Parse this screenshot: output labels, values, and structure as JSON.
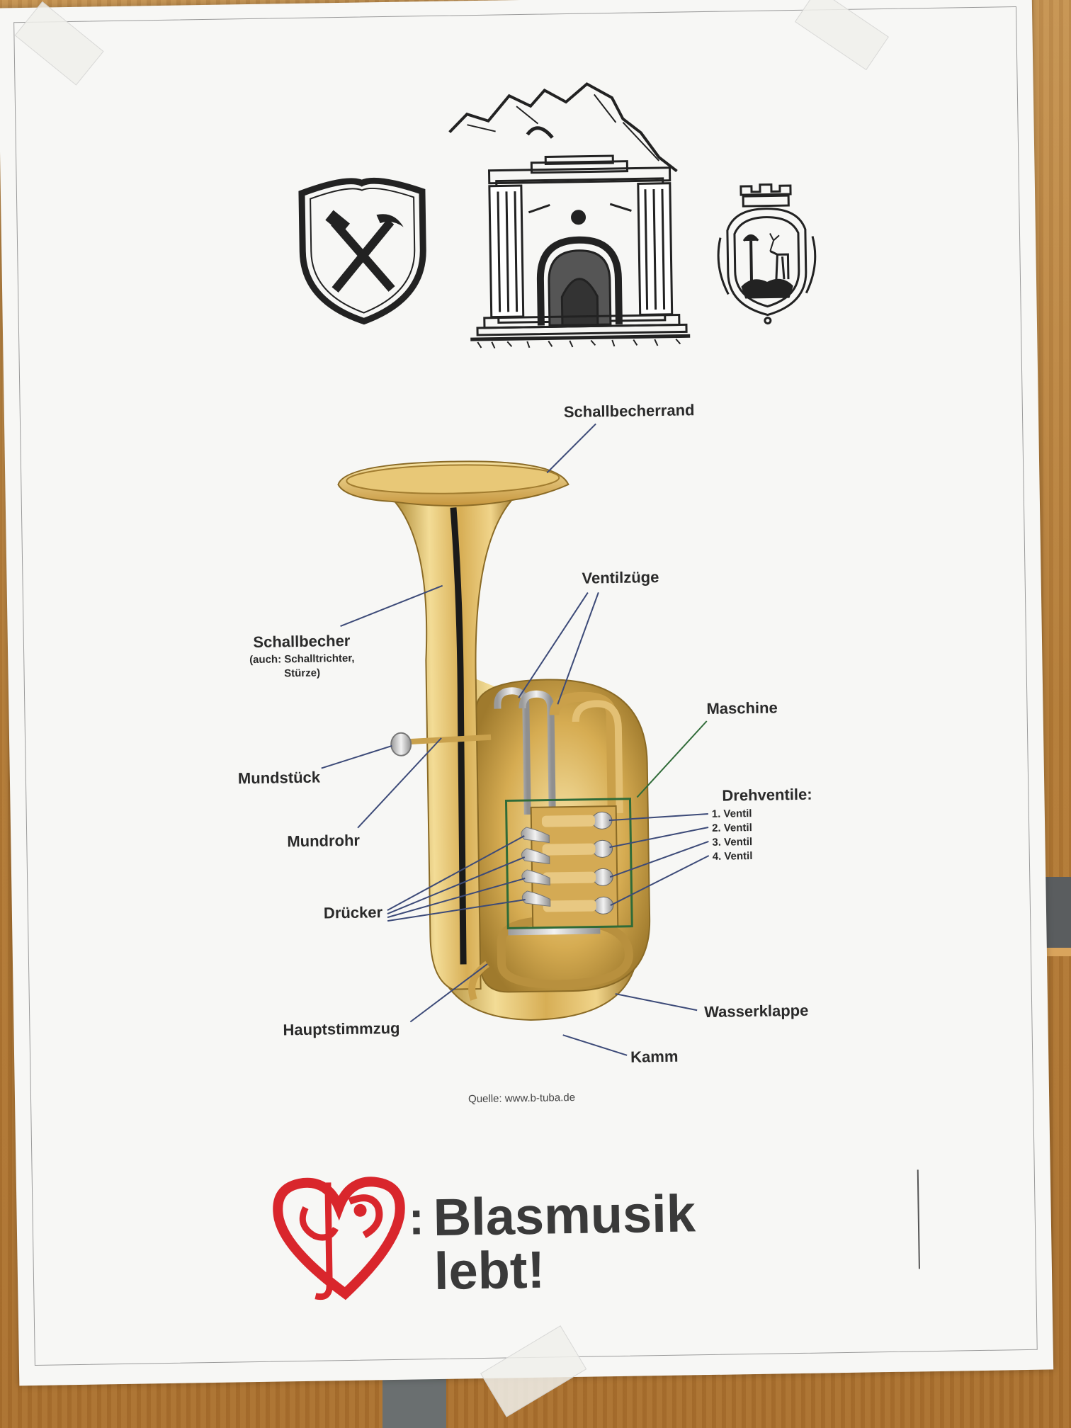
{
  "labels": {
    "schallbecherrand": "Schallbecherrand",
    "ventilzuege": "Ventilzüge",
    "schallbecher": "Schallbecher",
    "schallbecher_note_1": "(auch: Schalltrichter,",
    "schallbecher_note_2": "Stürze)",
    "maschine": "Maschine",
    "mundstueck": "Mundstück",
    "drehventile": "Drehventile:",
    "ventil_1": "1. Ventil",
    "ventil_2": "2. Ventil",
    "ventil_3": "3. Ventil",
    "ventil_4": "4. Ventil",
    "mundrohr": "Mundrohr",
    "druecker": "Drücker",
    "hauptstimmzug": "Hauptstimmzug",
    "wasserklappe": "Wasserklappe",
    "kamm": "Kamm"
  },
  "source": "Quelle: www.b-tuba.de",
  "brand": {
    "line1": "Blasmusik",
    "line2": "lebt!",
    "colon": ":"
  },
  "colors": {
    "brand_red": "#d9262c",
    "brand_gray": "#3a3a3a",
    "leader_blue": "#3c4a78",
    "maschine_green": "#2f6b38",
    "brass": "#d9b25a"
  },
  "icons": {
    "left_emblem": "hammer-and-pick-shield-icon",
    "center_emblem": "mine-portal-icon",
    "right_emblem": "deer-coat-of-arms-icon",
    "brand_mark": "clef-heart-icon"
  }
}
